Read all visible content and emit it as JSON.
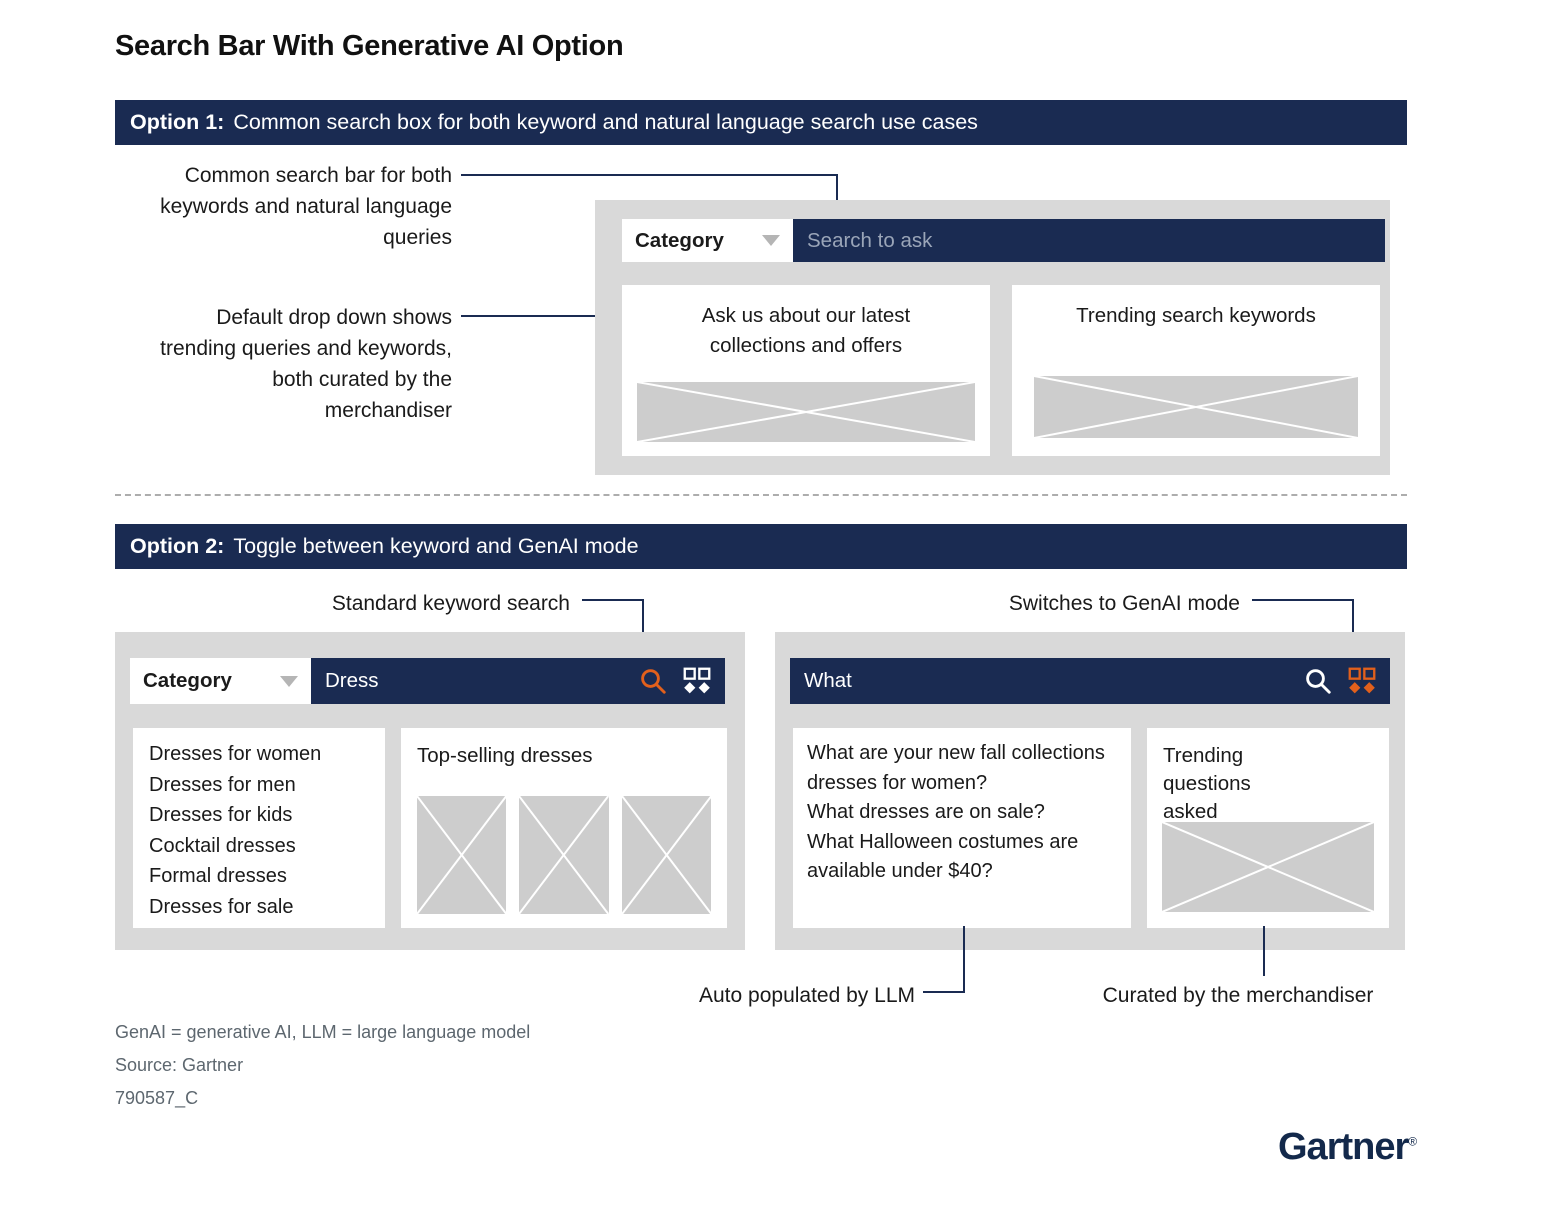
{
  "title": "Search Bar With Generative AI Option",
  "colors": {
    "navy": "#1a2b52",
    "orange": "#e2601c",
    "panel_gray": "#d9d9d9",
    "placeholder_gray": "#cdcdcd"
  },
  "icons": {
    "search": "magnifier",
    "genai_toggle": "four-tile-grid",
    "category_dropdown": "triangle-down"
  },
  "option1": {
    "banner_label": "Option 1:",
    "banner_text": "Common search box for both keyword and natural language search use cases",
    "annotation_search": "Common search bar for both keywords and natural language queries",
    "annotation_dropdown": "Default drop down shows trending queries and keywords, both curated by the merchandiser",
    "category_label": "Category",
    "search_placeholder": "Search to ask",
    "left_card_text": "Ask us about our latest collections and offers",
    "right_card_text": "Trending search keywords"
  },
  "option2": {
    "banner_label": "Option 2:",
    "banner_text": "Toggle between keyword and GenAI mode",
    "annotation_keyword": "Standard keyword search",
    "annotation_genai": "Switches to GenAI mode",
    "keyword_mode": {
      "category_label": "Category",
      "search_value": "Dress",
      "suggestions": [
        "Dresses for women",
        "Dresses for men",
        "Dresses for kids",
        "Cocktail dresses",
        "Formal dresses",
        "Dresses for sale"
      ],
      "right_card_title": "Top-selling dresses"
    },
    "genai_mode": {
      "search_value": "What",
      "questions": [
        "What are your new fall collections dresses for women?",
        "What dresses are on sale?",
        "What Halloween costumes are available under $40?"
      ],
      "right_card_title": "Trending questions asked"
    },
    "annotation_llm": "Auto populated by LLM",
    "annotation_merchandiser": "Curated by the merchandiser"
  },
  "footnotes": [
    "GenAI = generative AI, LLM = large language model",
    "Source: Gartner",
    "790587_C"
  ],
  "brand": {
    "name": "Gartner",
    "mark": "®"
  }
}
